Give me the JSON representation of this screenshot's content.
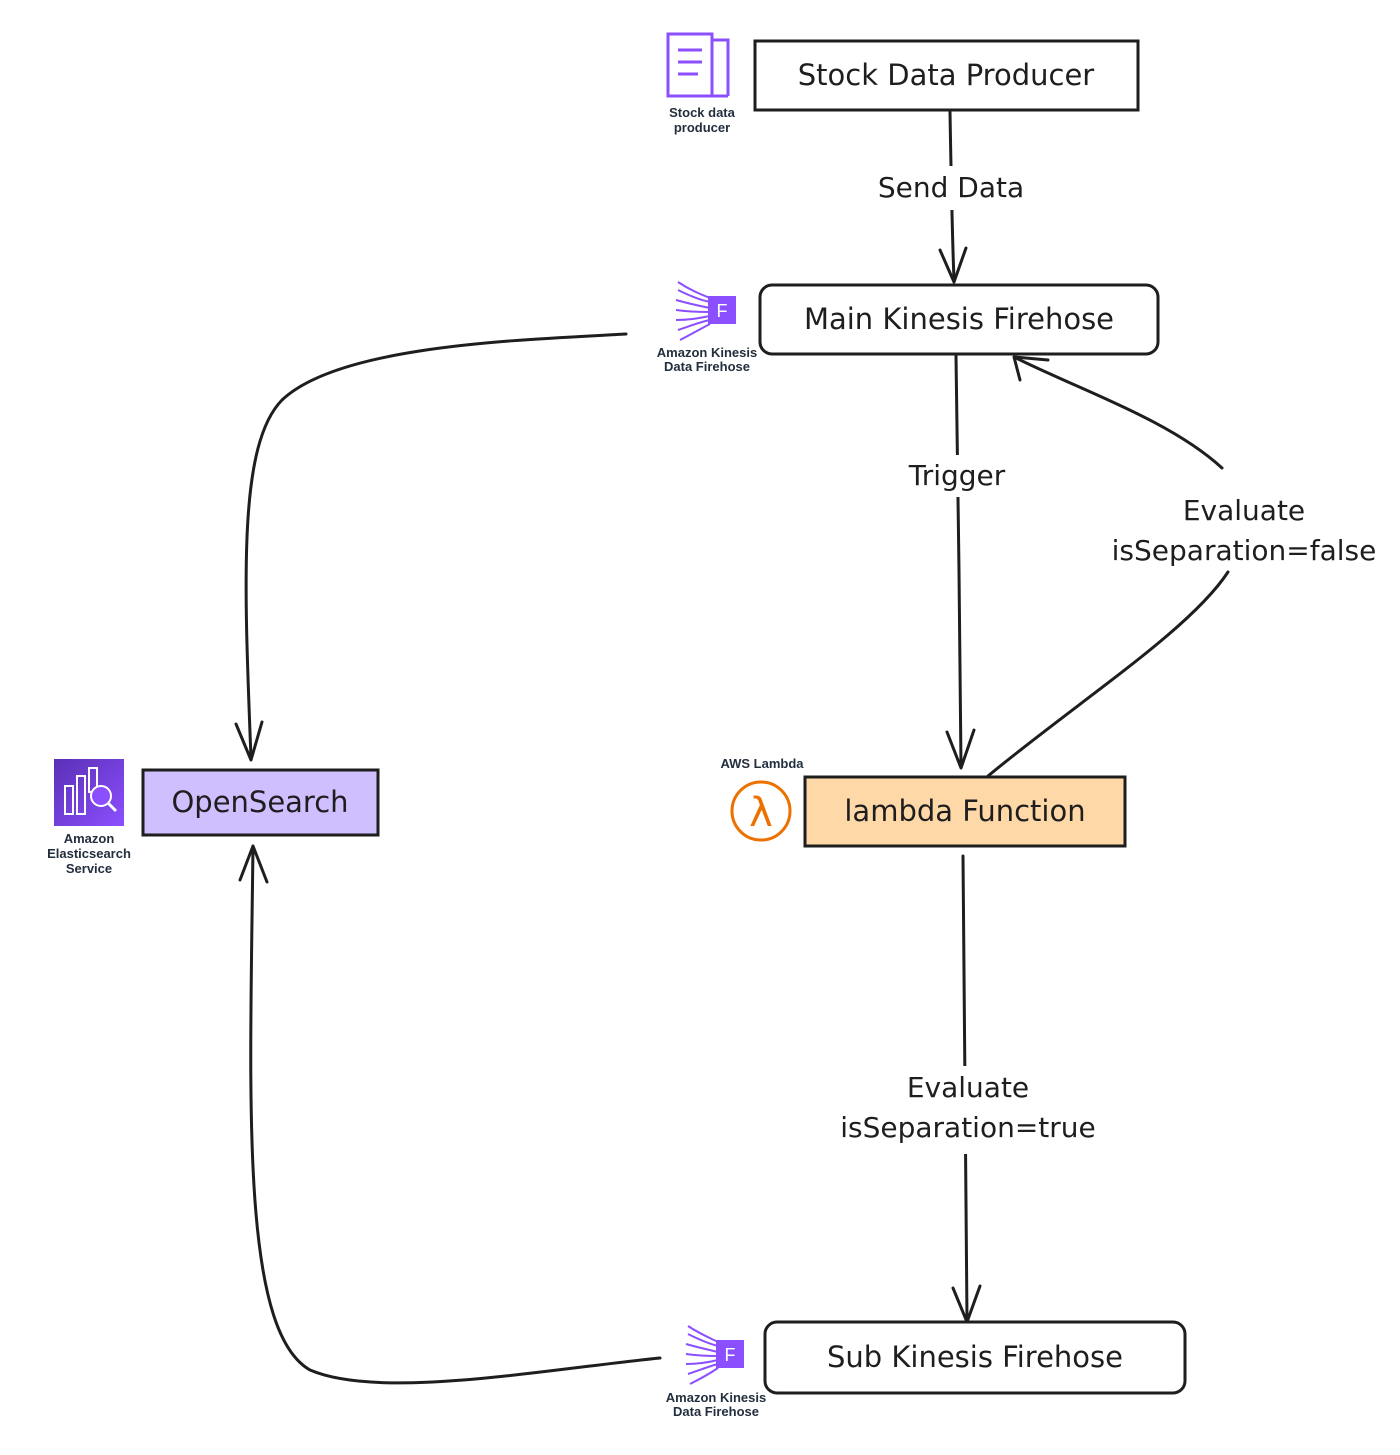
{
  "nodes": {
    "producer": {
      "label": "Stock Data Producer",
      "fill": "#ffffff"
    },
    "main_firehose": {
      "label": "Main Kinesis Firehose",
      "fill": "#ffffff"
    },
    "lambda": {
      "label": "lambda Function",
      "fill": "#ffd8a8"
    },
    "sub_firehose": {
      "label": "Sub Kinesis Firehose",
      "fill": "#ffffff"
    },
    "opensearch": {
      "label": "OpenSearch",
      "fill": "#d0bfff"
    }
  },
  "icons": {
    "producer": {
      "name": "document-icon",
      "caption_line1": "Stock data",
      "caption_line2": "producer"
    },
    "main_firehose": {
      "name": "kinesis-firehose-icon",
      "caption_line1": "Amazon Kinesis",
      "caption_line2": "Data Firehose"
    },
    "lambda": {
      "name": "aws-lambda-icon",
      "caption": "AWS Lambda"
    },
    "sub_firehose": {
      "name": "kinesis-firehose-icon",
      "caption_line1": "Amazon Kinesis",
      "caption_line2": "Data Firehose"
    },
    "opensearch": {
      "name": "elasticsearch-icon",
      "caption_line1": "Amazon",
      "caption_line2": "Elasticsearch",
      "caption_line3": "Service"
    }
  },
  "edges": {
    "send_data": "Send Data",
    "trigger": "Trigger",
    "evaluate_false_line1": "Evaluate",
    "evaluate_false_line2": "isSeparation=false",
    "evaluate_true_line1": "Evaluate",
    "evaluate_true_line2": "isSeparation=true"
  },
  "colors": {
    "aws_purple": "#8c4fff",
    "aws_orange": "#ed7100",
    "stroke": "#1e1e1e"
  }
}
